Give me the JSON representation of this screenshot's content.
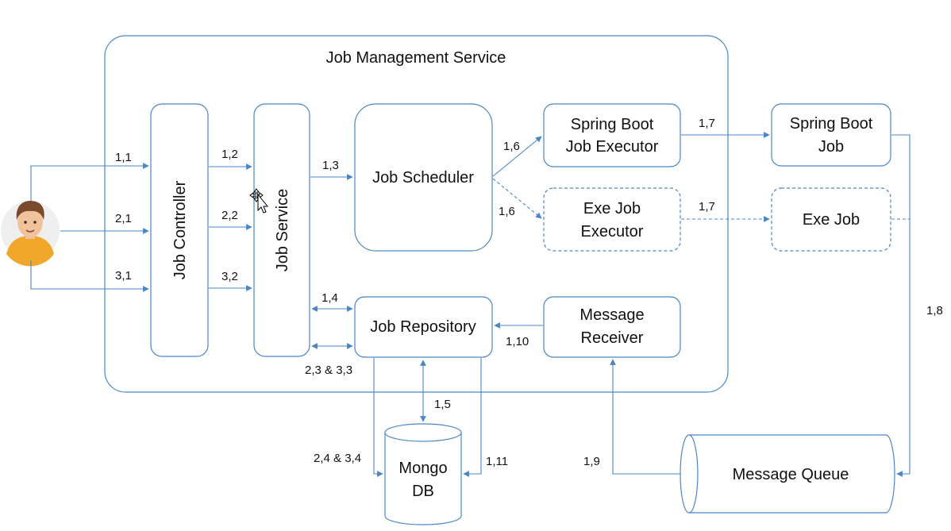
{
  "service": {
    "title": "Job Management Service"
  },
  "nodes": {
    "job_controller": "Job Controller",
    "job_service": "Job Service",
    "job_scheduler": "Job Scheduler",
    "spring_boot_executor": [
      "Spring Boot",
      "Job Executor"
    ],
    "exe_job_executor": [
      "Exe Job",
      "Executor"
    ],
    "spring_boot_job": [
      "Spring Boot",
      "Job"
    ],
    "exe_job": "Exe Job",
    "job_repository": "Job Repository",
    "message_receiver": [
      "Message",
      "Receiver"
    ],
    "mongo_db": [
      "Mongo",
      "DB"
    ],
    "message_queue": "Message Queue"
  },
  "edges": {
    "e1_1": "1,1",
    "e2_1": "2,1",
    "e3_1": "3,1",
    "e1_2": "1,2",
    "e2_2": "2,2",
    "e3_2": "3,2",
    "e1_3": "1,3",
    "e1_4": "1,4",
    "e2_3_3_3": "2,3 & 3,3",
    "e1_5": "1,5",
    "e2_4_3_4": "2,4 & 3,4",
    "e1_6a": "1,6",
    "e1_6b": "1,6",
    "e1_7a": "1,7",
    "e1_7b": "1,7",
    "e1_8": "1,8",
    "e1_9": "1,9",
    "e1_10": "1,10",
    "e1_11": "1,11"
  },
  "icons": {
    "user": "user-avatar-icon",
    "cursor": "move-cursor-icon"
  },
  "colors": {
    "line": "#4a86c5",
    "skin": "#f2c29b",
    "hair": "#7a4a2c",
    "shirt": "#f0a72a"
  }
}
